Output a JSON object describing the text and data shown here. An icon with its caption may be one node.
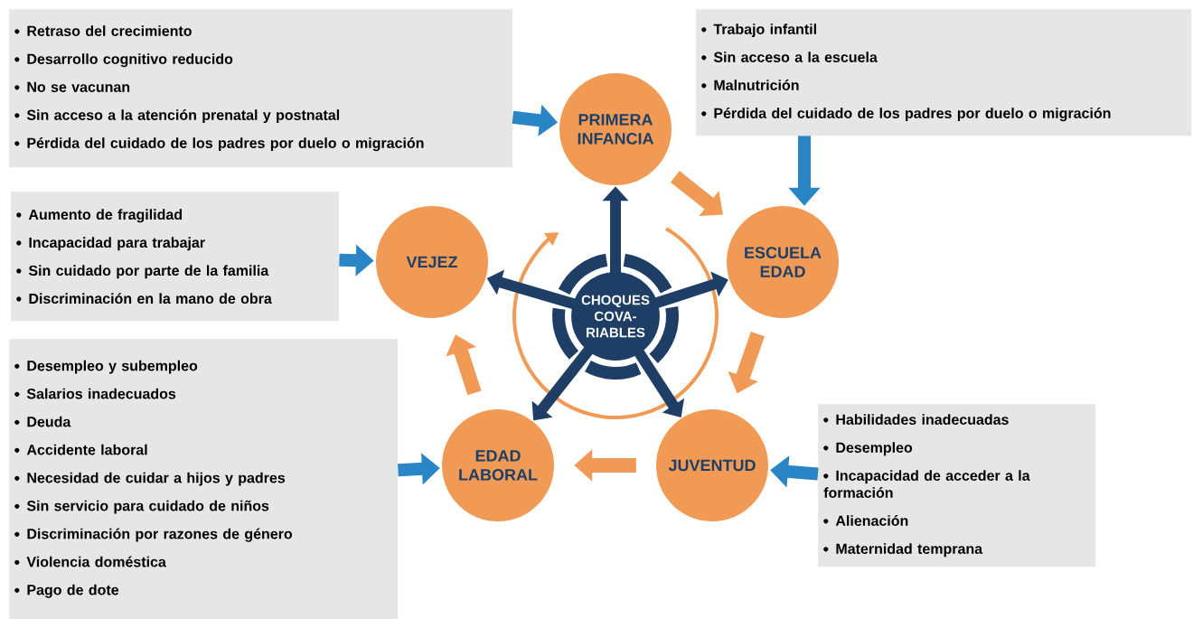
{
  "diagram": {
    "nodes": [
      {
        "text": [
          "PRIMERA INFANCIA"
        ]
      },
      {
        "text": [
          "ESCUELA EDAD"
        ]
      },
      {
        "text": [
          "JUVENTUD"
        ]
      },
      {
        "text": [
          "EDAD LABORAL"
        ]
      },
      {
        "text": [
          "VEJEZ"
        ]
      },
      {
        "text": [
          "CHOQUES COVA-RIABLES"
        ]
      },
      {
        "text": [
          "Retraso del crecimiento",
          "Desarrollo cognitivo reducido",
          "No se vacunan",
          "Sin acceso a la atención prenatal y postnatal",
          "Pérdida del cuidado de los padres por duelo o migración"
        ]
      },
      {
        "text": [
          "Trabajo infantil",
          "Sin acceso a la escuela",
          "Malnutrición",
          "Pérdida del cuidado de los padres por duelo o migración"
        ]
      },
      {
        "text": [
          "Aumento de fragilidad",
          "Incapacidad para trabajar",
          "Sin cuidado por parte de la familia",
          "Discriminación en la mano de obra"
        ]
      },
      {
        "text": [
          "Desempleo y subempleo",
          "Salarios inadecuados",
          "Deuda",
          "Accidente laboral",
          "Necesidad de cuidar a hijos y padres",
          "Sin servicio para cuidado de niños",
          "Discriminación por razones de género",
          "Violencia doméstica",
          "Pago de dote"
        ]
      },
      {
        "text": [
          "Habilidades inadecuadas",
          "Desempleo",
          "Incapacidad de acceder a la formación",
          "Alienación",
          "Maternidad temprana"
        ]
      }
    ],
    "edges": [
      {
        "from": 0,
        "to": 1,
        "arrow": "to",
        "color": "#f19a55"
      },
      {
        "from": 1,
        "to": 2,
        "arrow": "to",
        "color": "#f19a55"
      },
      {
        "from": 2,
        "to": 3,
        "arrow": "to",
        "color": "#f19a55"
      },
      {
        "from": 3,
        "to": 4,
        "arrow": "to",
        "color": "#f19a55"
      },
      {
        "from": 6,
        "to": 0,
        "arrow": "to",
        "color": "#2a85c6"
      },
      {
        "from": 7,
        "to": 1,
        "arrow": "to",
        "color": "#2a85c6"
      },
      {
        "from": 8,
        "to": 4,
        "arrow": "to",
        "color": "#2a85c6"
      },
      {
        "from": 9,
        "to": 3,
        "arrow": "to",
        "color": "#2a85c6"
      },
      {
        "from": 10,
        "to": 2,
        "arrow": "to",
        "color": "#2a85c6"
      },
      {
        "from": 5,
        "to": 0,
        "arrow": "to",
        "color": "#1e3e66"
      },
      {
        "from": 5,
        "to": 1,
        "arrow": "to",
        "color": "#1e3e66"
      },
      {
        "from": 5,
        "to": 2,
        "arrow": "to",
        "color": "#1e3e66"
      },
      {
        "from": 5,
        "to": 3,
        "arrow": "to",
        "color": "#1e3e66"
      },
      {
        "from": 5,
        "to": 4,
        "arrow": "to",
        "color": "#1e3e66"
      }
    ]
  }
}
